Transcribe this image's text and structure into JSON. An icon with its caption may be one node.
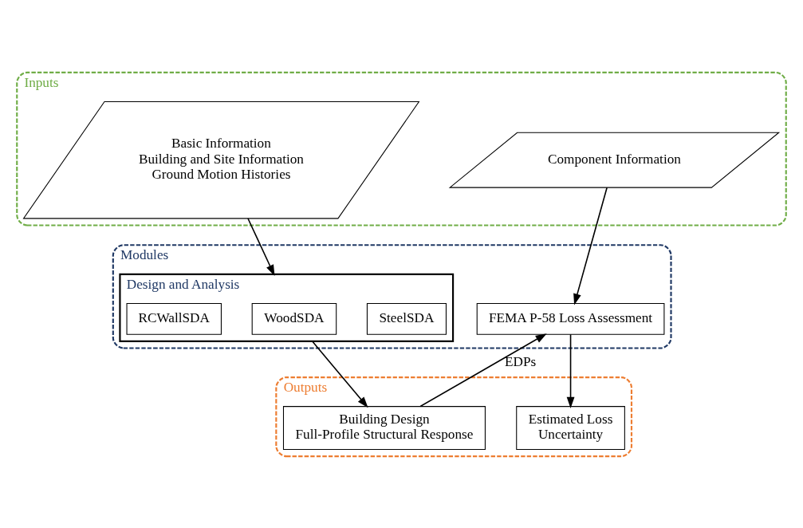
{
  "diagram": {
    "nodes": [
      {
        "text": [
          "Inputs"
        ]
      },
      {
        "text": [
          "Basic Information",
          "Building and Site Information",
          "Ground Motion Histories"
        ],
        "in": 0
      },
      {
        "text": [
          "Component Information"
        ],
        "in": 0
      },
      {
        "text": [
          "Modules"
        ]
      },
      {
        "text": [
          "Design and Analysis"
        ],
        "in": 3
      },
      {
        "text": [
          "SteelSDA"
        ],
        "in": 4
      },
      {
        "text": [
          "WoodSDA"
        ],
        "in": 4
      },
      {
        "text": [
          "RCWallSDA"
        ],
        "in": 4
      },
      {
        "text": [
          "FEMA P-58 Loss Assessment"
        ],
        "in": 3
      },
      {
        "text": [
          "Outputs"
        ]
      },
      {
        "text": [
          "Building Design",
          "Full-Profile Structural Response"
        ],
        "in": 9
      },
      {
        "text": [
          "Estimated Loss",
          "Uncertainty"
        ],
        "in": 9
      }
    ],
    "edges": [
      {
        "from": 1,
        "to": 4,
        "arrow": "to"
      },
      {
        "from": 2,
        "to": 8,
        "arrow": "to"
      },
      {
        "from": 4,
        "to": 10,
        "arrow": "to"
      },
      {
        "from": 10,
        "to": 8,
        "arrow": "to",
        "label": "EDPs"
      },
      {
        "from": 8,
        "to": 11,
        "arrow": "to"
      }
    ]
  }
}
